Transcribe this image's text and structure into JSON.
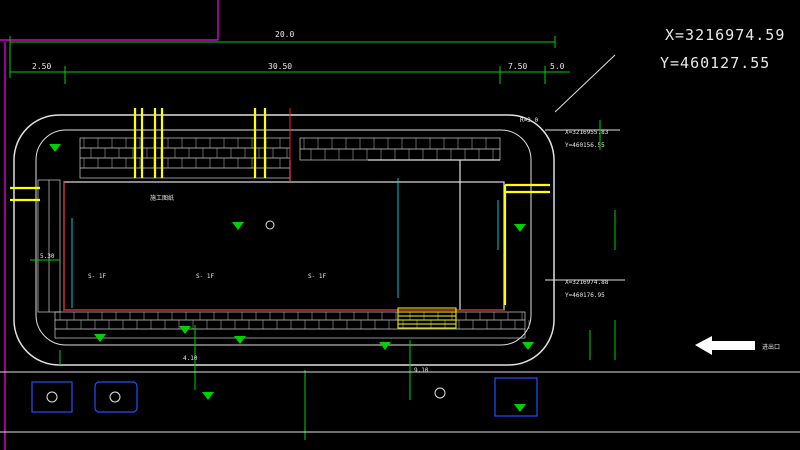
{
  "coords": {
    "x_main": "X=3216974.59",
    "y_main": "Y=460127.55",
    "x_ne": "X=3216955.83",
    "y_ne": "Y=460156.55",
    "x_se": "X=3216974.88",
    "y_se": "Y=460176.95"
  },
  "dims": {
    "top_total": "20.0",
    "left_a": "2.50",
    "middle": "30.50",
    "right_a": "7.50",
    "right_b": "5.0",
    "radius_ne": "R=3.0",
    "west_width": "5.30",
    "south_depth": "4.10",
    "road_width": "9.10"
  },
  "labels": {
    "room_a": "S- 1F",
    "room_b": "S- 1F",
    "room_c": "S- 1F",
    "note_a": "施工图纸",
    "arrow_label": "进出口"
  },
  "colors": {
    "background": "#000000",
    "wall": "#e0e0e0",
    "dimension": "#00d000",
    "axis": "#ff2020",
    "frame": "#ff00ff",
    "marker": "#00c000",
    "accent": "#ffff00",
    "cyan": "#00c8d8",
    "blue": "#2050ff"
  }
}
